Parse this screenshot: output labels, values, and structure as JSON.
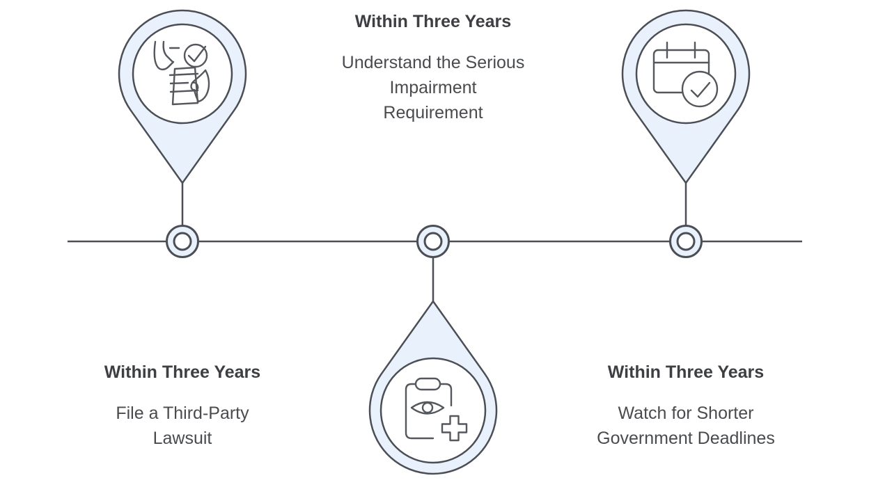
{
  "colors": {
    "pin_fill": "#e9f1fd",
    "outline": "#4b4f55",
    "icon_stroke": "#54575c",
    "text_heading": "#3d3f42",
    "text_body": "#494b4e",
    "canvas_bg": "#ffffff"
  },
  "milestones": [
    {
      "id": "file-third-party-lawsuit",
      "position": "left",
      "pin_direction": "down",
      "icon": "hands-holding-document-check-icon",
      "title": "Within Three Years",
      "description_lines": [
        "File a Third-Party",
        "Lawsuit"
      ]
    },
    {
      "id": "serious-impairment-requirement",
      "position": "center",
      "pin_direction": "up",
      "icon": "clipboard-eye-medical-plus-icon",
      "title": "Within Three Years",
      "description_lines": [
        "Understand the Serious",
        "Impairment",
        "Requirement"
      ]
    },
    {
      "id": "shorter-government-deadlines",
      "position": "right",
      "pin_direction": "down",
      "icon": "calendar-check-icon",
      "title": "Within Three Years",
      "description_lines": [
        "Watch for Shorter",
        "Government Deadlines"
      ]
    }
  ]
}
